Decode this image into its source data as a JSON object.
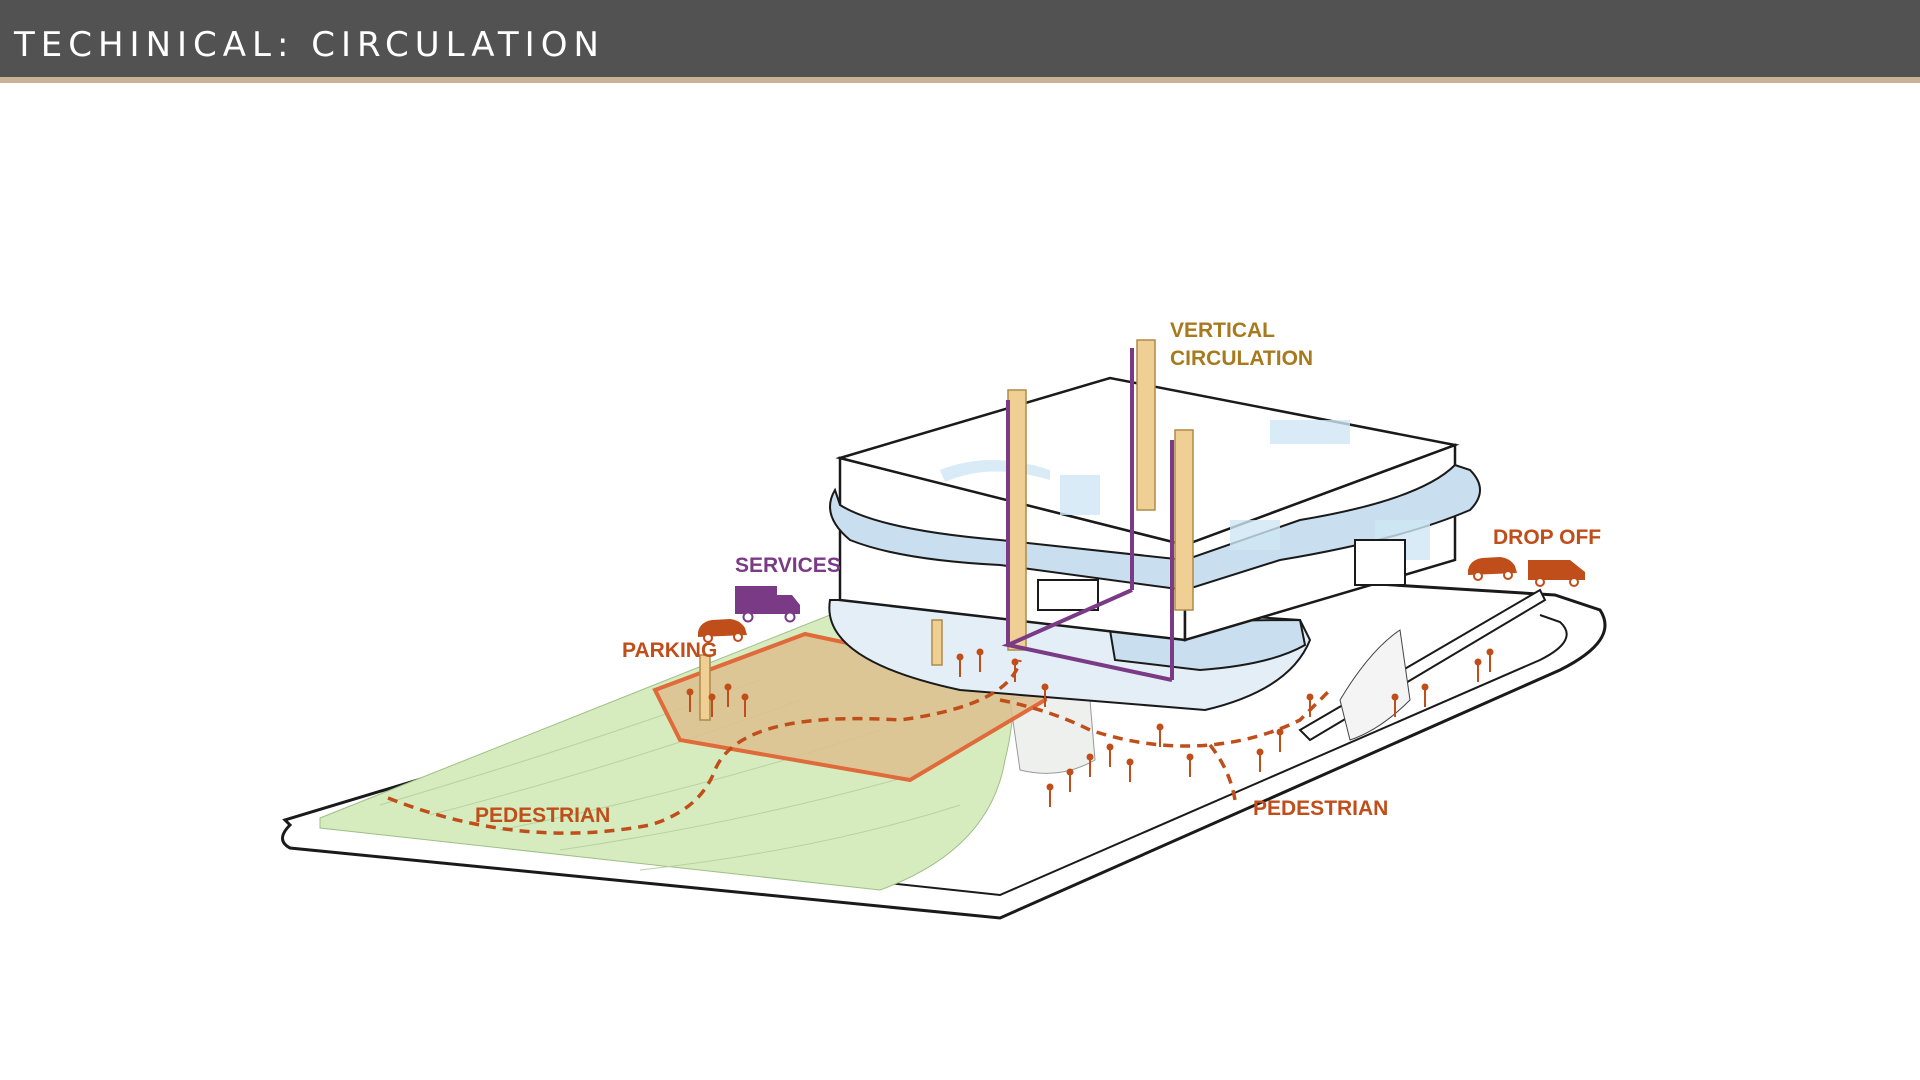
{
  "header": {
    "title": "TECHINICAL: CIRCULATION"
  },
  "labels": {
    "vertical_line1": "VERTICAL",
    "vertical_line2": "CIRCULATION",
    "services": "SERVICES",
    "parking": "PARKING",
    "drop_off": "DROP OFF",
    "pedestrian_left": "PEDESTRIAN",
    "pedestrian_right": "PEDESTRIAN"
  },
  "colors": {
    "header_bg": "#525252",
    "header_rule": "#c9b296",
    "vertical_label": "#a87a1e",
    "services_label": "#7a3a86",
    "pedestrian_label": "#c04e1a",
    "lawn": "#d6ecbf",
    "parking_fill": "#ddc08e",
    "glass": "#cfe6f5"
  }
}
